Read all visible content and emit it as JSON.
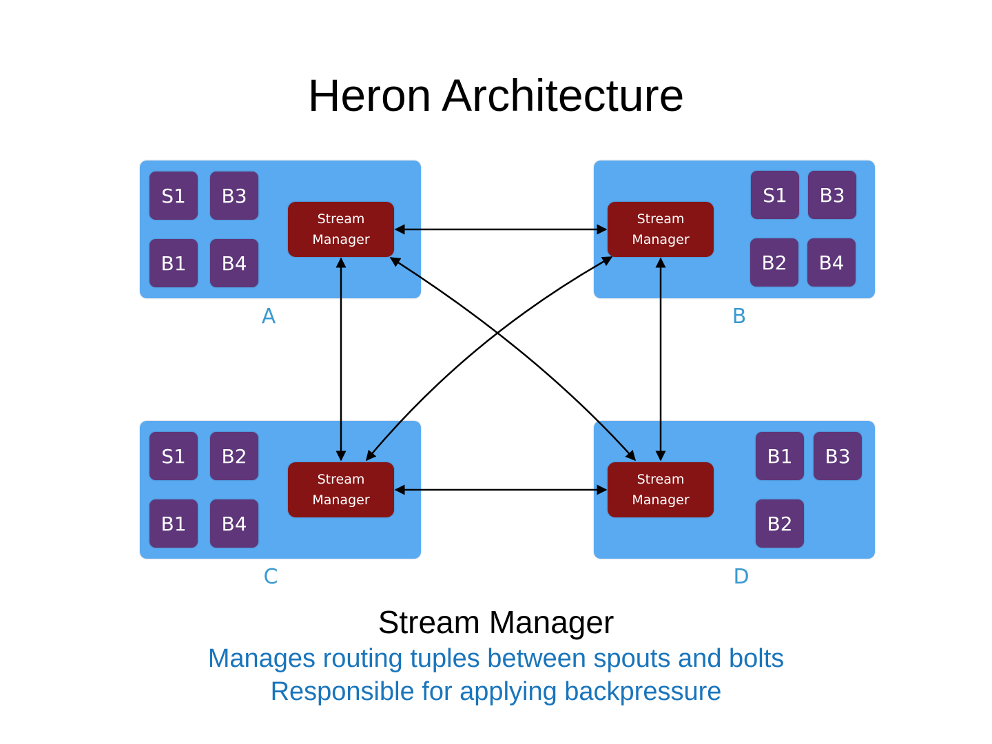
{
  "title": "Heron Architecture",
  "containers": {
    "A": {
      "label": "A",
      "manager": {
        "line1": "Stream",
        "line2": "Manager"
      },
      "tasks": [
        "S1",
        "B3",
        "B1",
        "B4"
      ]
    },
    "B": {
      "label": "B",
      "manager": {
        "line1": "Stream",
        "line2": "Manager"
      },
      "tasks": [
        "S1",
        "B3",
        "B2",
        "B4"
      ]
    },
    "C": {
      "label": "C",
      "manager": {
        "line1": "Stream",
        "line2": "Manager"
      },
      "tasks": [
        "S1",
        "B2",
        "B1",
        "B4"
      ]
    },
    "D": {
      "label": "D",
      "manager": {
        "line1": "Stream",
        "line2": "Manager"
      },
      "tasks": [
        "B1",
        "B3",
        "B2"
      ]
    }
  },
  "connections": [
    {
      "from": "A",
      "to": "B",
      "bidirectional": true
    },
    {
      "from": "A",
      "to": "C",
      "bidirectional": true
    },
    {
      "from": "A",
      "to": "D",
      "bidirectional": true
    },
    {
      "from": "B",
      "to": "C",
      "bidirectional": true
    },
    {
      "from": "B",
      "to": "D",
      "bidirectional": true
    },
    {
      "from": "C",
      "to": "D",
      "bidirectional": true
    }
  ],
  "footer": {
    "heading": "Stream Manager",
    "lines": [
      "Manages routing tuples between spouts and bolts",
      "Responsible for applying backpressure"
    ]
  },
  "colors": {
    "container": "#5aaaf2",
    "task": "#5e3679",
    "stream_manager": "#861414",
    "container_label": "#3a9ad0",
    "description": "#1a75bb"
  }
}
